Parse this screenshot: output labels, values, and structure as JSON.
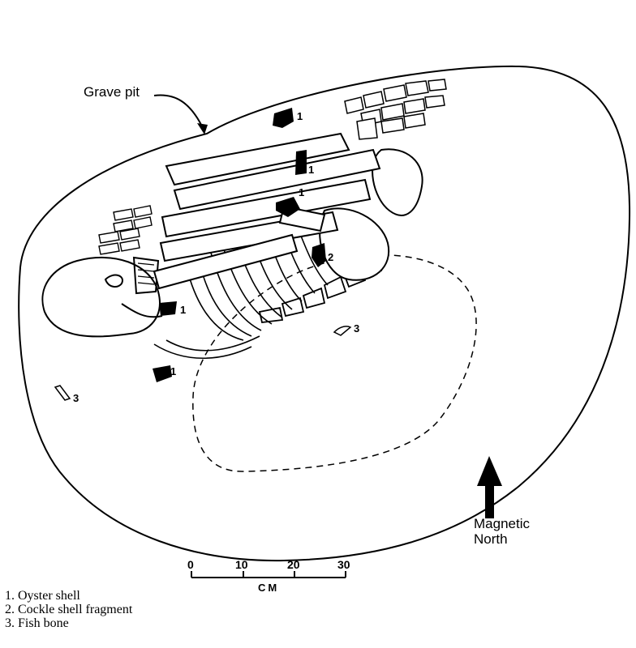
{
  "labels": {
    "grave_pit": "Grave pit",
    "north": "Magnetic North"
  },
  "scale": {
    "ticks": [
      "0",
      "10",
      "20",
      "30"
    ],
    "unit": "CM"
  },
  "legend": [
    "1. Oyster shell",
    "2. Cockle shell fragment",
    "3. Fish bone"
  ],
  "markers": {
    "oyster": "1",
    "cockle": "2",
    "fish": "3"
  }
}
